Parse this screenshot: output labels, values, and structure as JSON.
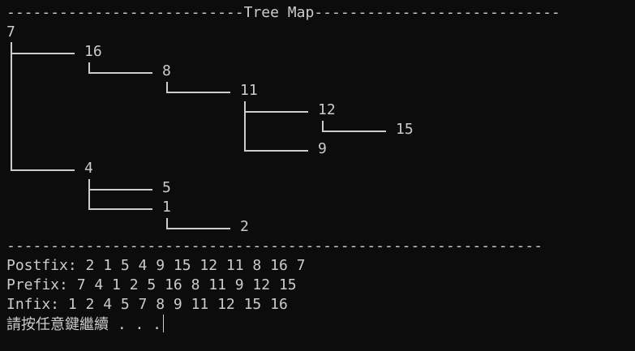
{
  "header": {
    "rule_left": "---------------------------",
    "title": "Tree Map",
    "rule_right": "----------------------------"
  },
  "tree": {
    "root": "7",
    "nodes": [
      "16",
      "8",
      "11",
      "12",
      "15",
      "9",
      "4",
      "5",
      "1",
      "2"
    ]
  },
  "divider": "-------------------------------------------------------------",
  "output": {
    "postfix": "Postfix: 2 1 5 4 9 15 12 11 8 16 7",
    "prefix": "Prefix: 7 4 1 2 5 16 8 11 9 12 15",
    "infix": "Infix: 1 2 4 5 7 8 9 11 12 15 16",
    "prompt": "請按任意鍵繼續 . . ."
  }
}
